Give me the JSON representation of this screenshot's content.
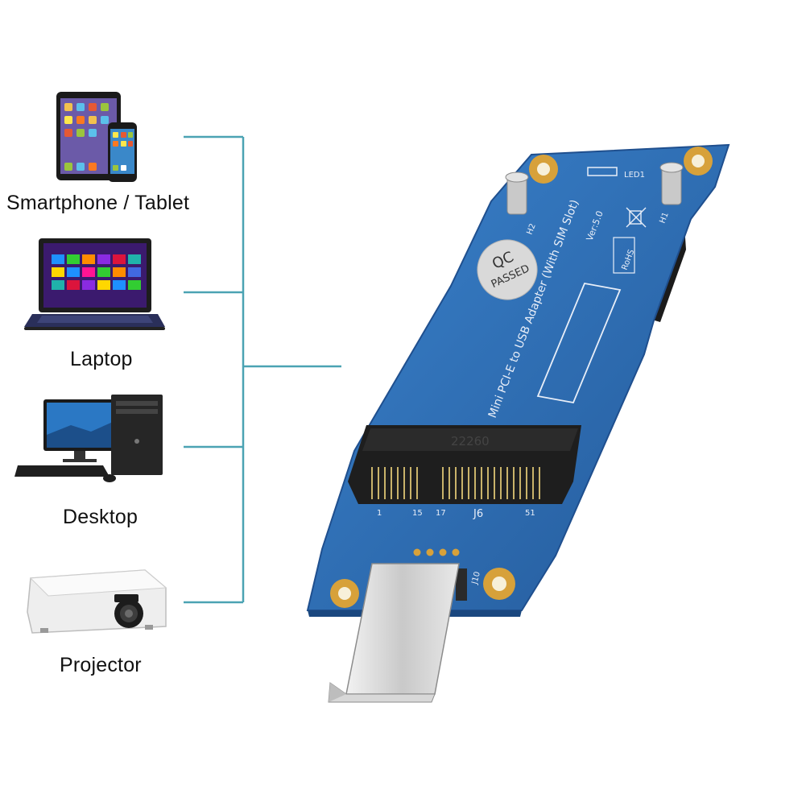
{
  "devices": [
    {
      "label": "Smartphone / Tablet"
    },
    {
      "label": "Laptop"
    },
    {
      "label": "Desktop"
    },
    {
      "label": "Projector"
    }
  ],
  "board": {
    "qc_line1": "QC",
    "qc_line2": "PASSED",
    "title": "Mini PCI-E to USB Adapter (With SIM Slot)",
    "version": "Ver:5.0",
    "rohs": "RoHS",
    "led": "LED1",
    "h1": "H1",
    "h2": "H2",
    "connector_code": "22260",
    "j6": "J6",
    "pin1": "1",
    "pin15": "15",
    "pin17": "17",
    "pin51": "51",
    "j10": "J10"
  },
  "colors": {
    "connector_line": "#4ba3b3",
    "pcb_blue": "#2f6fb8",
    "pcb_dark": "#1f4f8e",
    "gold": "#d7a13a"
  }
}
